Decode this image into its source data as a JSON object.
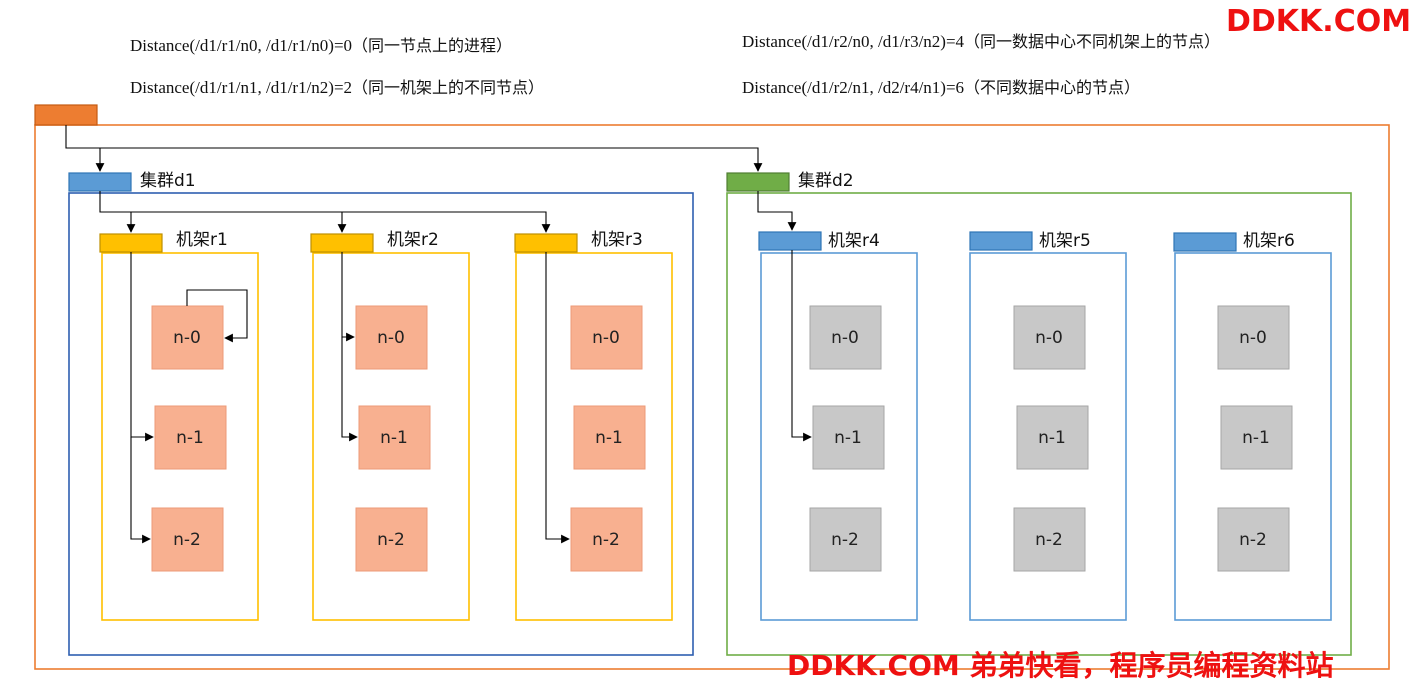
{
  "formulas": [
    {
      "expr": "Distance(/d1/r1/n0, /d1/r1/n0)=0",
      "note": "（同一节点上的进程）"
    },
    {
      "expr": "Distance(/d1/r1/n1, /d1/r1/n2)=2",
      "note": "（同一机架上的不同节点）"
    },
    {
      "expr": "Distance(/d1/r2/n0, /d1/r3/n2)=4",
      "note": "（同一数据中心不同机架上的节点）"
    },
    {
      "expr": "Distance(/d1/r2/n1, /d2/r4/n1)=6",
      "note": "（不同数据中心的节点）"
    }
  ],
  "watermark_top": "DDKK.COM",
  "watermark_bottom": "DDKK.COM 弟弟快看，程序员编程资料站",
  "clusters": [
    {
      "label": "集群d1",
      "color": "#5b9bd5",
      "border": "#2e5fb0",
      "racks": [
        {
          "label": "机架r1",
          "color": "#ffc000",
          "border": "#ffc000",
          "nodes": [
            "n-0",
            "n-1",
            "n-2"
          ],
          "node_fill": "#f8b090",
          "node_stroke": "#ed9a77"
        },
        {
          "label": "机架r2",
          "color": "#ffc000",
          "border": "#ffc000",
          "nodes": [
            "n-0",
            "n-1",
            "n-2"
          ],
          "node_fill": "#f8b090",
          "node_stroke": "#ed9a77"
        },
        {
          "label": "机架r3",
          "color": "#ffc000",
          "border": "#ffc000",
          "nodes": [
            "n-0",
            "n-1",
            "n-2"
          ],
          "node_fill": "#f8b090",
          "node_stroke": "#ed9a77"
        }
      ]
    },
    {
      "label": "集群d2",
      "color": "#70ad47",
      "border": "#70ad47",
      "racks": [
        {
          "label": "机架r4",
          "color": "#5b9bd5",
          "border": "#5b9bd5",
          "nodes": [
            "n-0",
            "n-1",
            "n-2"
          ],
          "node_fill": "#c8c8c8",
          "node_stroke": "#a6a6a6"
        },
        {
          "label": "机架r5",
          "color": "#5b9bd5",
          "border": "#5b9bd5",
          "nodes": [
            "n-0",
            "n-1",
            "n-2"
          ],
          "node_fill": "#c8c8c8",
          "node_stroke": "#a6a6a6"
        },
        {
          "label": "机架r6",
          "color": "#5b9bd5",
          "border": "#5b9bd5",
          "nodes": [
            "n-0",
            "n-1",
            "n-2"
          ],
          "node_fill": "#c8c8c8",
          "node_stroke": "#a6a6a6"
        }
      ]
    }
  ],
  "colors": {
    "outer": "#ed7d31",
    "line": "#000000"
  }
}
